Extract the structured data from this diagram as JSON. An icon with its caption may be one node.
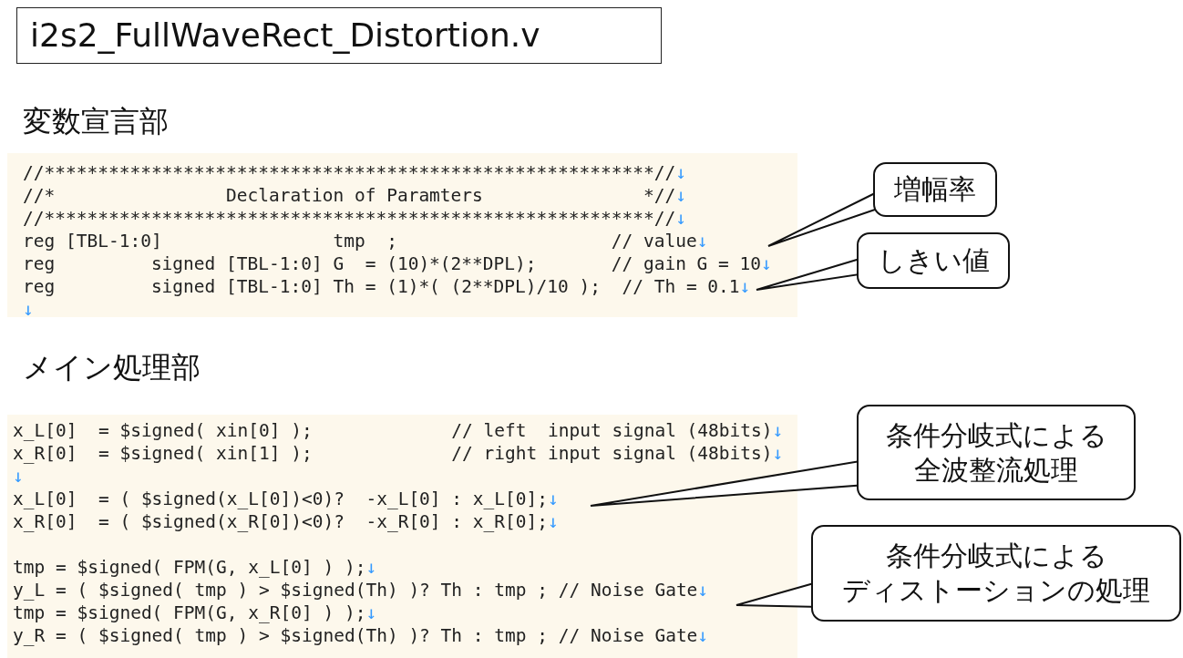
{
  "diagram": {
    "title": "i2s2_FullWaveRect_Distortion.v",
    "nodes": [
      {
        "text": [
          "増幅率"
        ]
      },
      {
        "text": [
          "しきい値"
        ]
      },
      {
        "text": [
          "条件分岐式による全波整流処理"
        ]
      },
      {
        "text": [
          "条件分岐式によるディストーションの処理"
        ]
      }
    ],
    "edges": [
      {
        "from": 0,
        "to": null,
        "arrow": "to"
      },
      {
        "from": 1,
        "to": null,
        "arrow": "to"
      },
      {
        "from": 2,
        "to": null,
        "arrow": "to"
      },
      {
        "from": 3,
        "to": null,
        "arrow": "to"
      }
    ],
    "labels": [
      "変数宣言部",
      "//*********************************************************//↓",
      "//*                Declaration of Paramters               *//↓",
      "//*********************************************************//↓",
      "reg [TBL-1:0]                tmp  ;                    // value↓",
      "reg         signed [TBL-1:0] G  = (10)*(2**DPL);       // gain G = 10↓",
      "reg         signed [TBL-1:0] Th = (1)*( (2**DPL)/10 );  // Th = 0.1↓",
      "↓",
      "メイン処理部",
      "x_L[0]  = $signed( xin[0] );             // left  input signal (48bits)↓",
      "x_R[0]  = $signed( xin[1] );             // right input signal (48bits)↓",
      "↓",
      "x_L[0]  = ( $signed(x_L[0])<0)?  -x_L[0] : x_L[0];↓",
      "x_R[0]  = ( $signed(x_R[0])<0)?  -x_R[0] : x_R[0];↓",
      "tmp = $signed( FPM(G, x_L[0] ) );↓",
      "y_L = ( $signed( tmp ) > $signed(Th) )? Th : tmp ; // Noise Gate↓",
      "tmp = $signed( FPM(G, x_R[0] ) );↓",
      "y_R = ( $signed( tmp ) > $signed(Th) )? Th : tmp ; // Noise Gate↓"
    ]
  }
}
